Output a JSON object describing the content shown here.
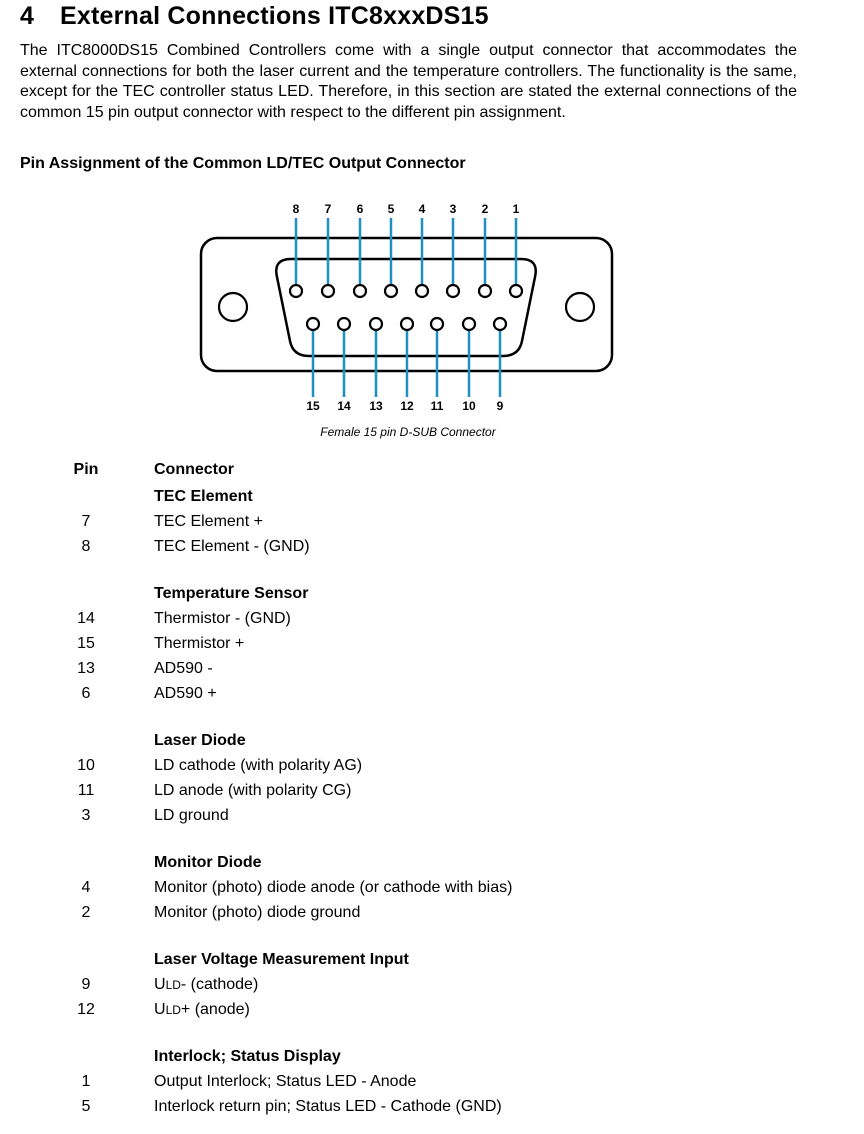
{
  "section": {
    "number": "4",
    "title": "External Connections ITC8xxxDS15"
  },
  "intro": "The ITC8000DS15 Combined Controllers come with a single output connector that accommodates the external connections for both the laser current and the temperature controllers. The functionality is the same, except for the TEC controller status LED. Therefore, in this section are stated the external connections of the common 15 pin output connector with respect to the different pin assignment.",
  "subheading": "Pin Assignment of the Common LD/TEC Output Connector",
  "figure": {
    "top_pin_labels": [
      "8",
      "7",
      "6",
      "5",
      "4",
      "3",
      "2",
      "1"
    ],
    "bottom_pin_labels": [
      "15",
      "14",
      "13",
      "12",
      "11",
      "10",
      "9"
    ],
    "caption": "Female 15 pin D-SUB Connector",
    "line_color": "#1f8fc4",
    "outline_color": "#000000"
  },
  "table": {
    "col_pin": "Pin",
    "col_connector": "Connector",
    "groups": [
      {
        "title": "TEC Element",
        "rows": [
          {
            "pin": "7",
            "desc": "TEC Element +"
          },
          {
            "pin": "8",
            "desc": "TEC Element - (GND)"
          }
        ]
      },
      {
        "title": "Temperature Sensor",
        "rows": [
          {
            "pin": "14",
            "desc": "Thermistor - (GND)"
          },
          {
            "pin": "15",
            "desc": "Thermistor +"
          },
          {
            "pin": "13",
            "desc": "AD590 -"
          },
          {
            "pin": "6",
            "desc": "AD590 +"
          }
        ]
      },
      {
        "title": "Laser Diode",
        "rows": [
          {
            "pin": "10",
            "desc": "LD cathode (with polarity AG)"
          },
          {
            "pin": "11",
            "desc": "LD anode (with polarity CG)"
          },
          {
            "pin": "3",
            "desc": "LD ground"
          }
        ]
      },
      {
        "title": "Monitor Diode",
        "rows": [
          {
            "pin": "4",
            "desc": "Monitor (photo) diode anode (or cathode with bias)"
          },
          {
            "pin": "2",
            "desc": "Monitor (photo) diode ground"
          }
        ]
      },
      {
        "title": "Laser Voltage Measurement Input",
        "rows": [
          {
            "pin": "9",
            "desc_main": "U",
            "desc_sub": "LD",
            "desc_rest": "- (cathode)"
          },
          {
            "pin": "12",
            "desc_main": "U",
            "desc_sub": "LD",
            "desc_rest": "+ (anode)"
          }
        ]
      },
      {
        "title": "Interlock; Status Display",
        "rows": [
          {
            "pin": "1",
            "desc": "Output Interlock; Status LED - Anode"
          },
          {
            "pin": "5",
            "desc": "Interlock return pin; Status LED - Cathode (GND)"
          }
        ]
      }
    ]
  }
}
